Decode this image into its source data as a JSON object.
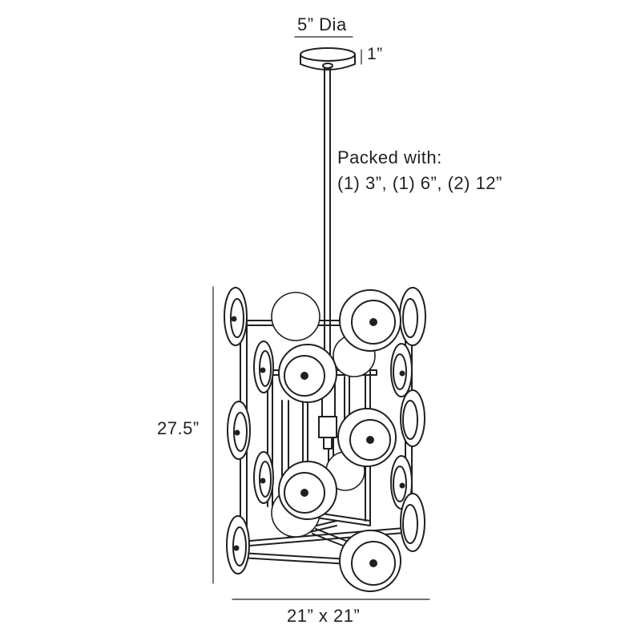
{
  "dimensions": {
    "canopy_diameter": "5” Dia",
    "canopy_height": "1”",
    "packed_line1": "Packed with:",
    "packed_line2": "(1) 3”, (1) 6”, (2) 12”",
    "overall_height": "27.5”",
    "overall_width": "21” x 21”"
  },
  "colors": {
    "line": "#231f20",
    "background": "#ffffff"
  }
}
